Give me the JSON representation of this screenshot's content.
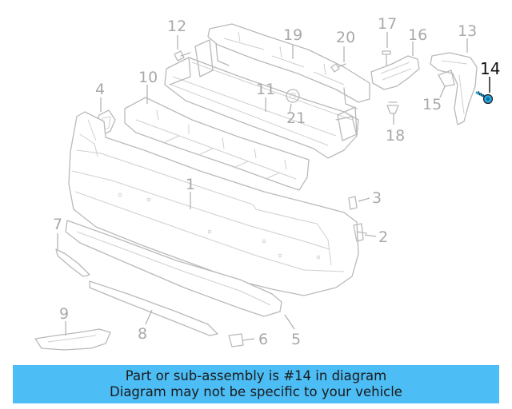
{
  "callouts": {
    "c1": "1",
    "c2": "2",
    "c3": "3",
    "c4": "4",
    "c5": "5",
    "c6": "6",
    "c7": "7",
    "c8": "8",
    "c9": "9",
    "c10": "10",
    "c11": "11",
    "c12": "12",
    "c13": "13",
    "c14": "14",
    "c15": "15",
    "c16": "16",
    "c17": "17",
    "c18": "18",
    "c19": "19",
    "c20": "20",
    "c21": "21"
  },
  "highlighted_part": "14",
  "colors": {
    "highlight": "#4dbdf5",
    "parts": "#b9b9b9",
    "highlight_part": "#2aa7e0"
  },
  "banner": {
    "line1": "Part or sub-assembly is #14 in diagram",
    "line2": "Diagram may not be specific to your vehicle"
  }
}
